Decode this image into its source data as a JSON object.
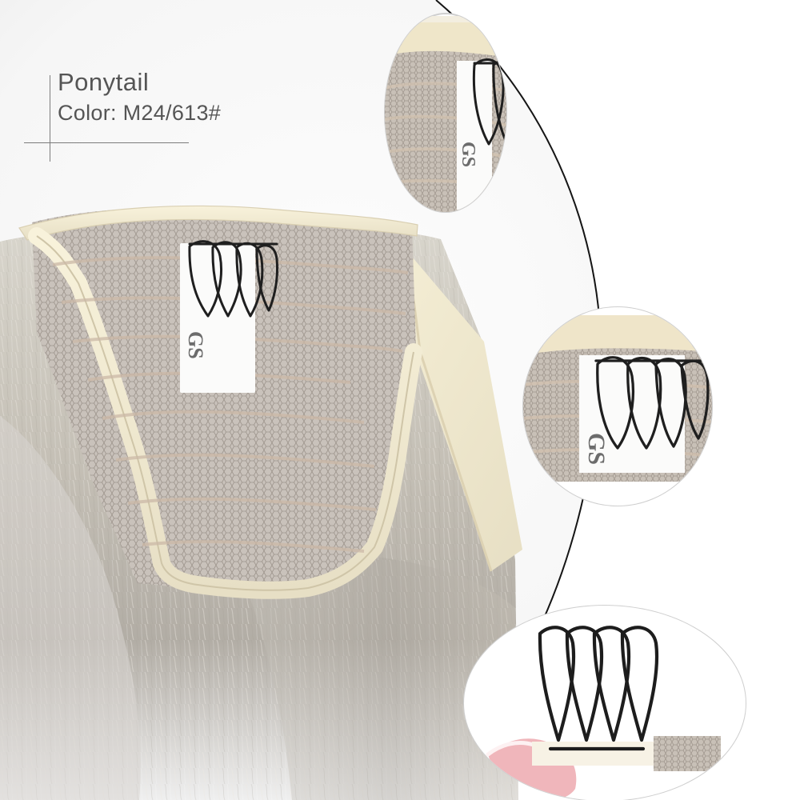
{
  "caption": {
    "title": "Ponytail",
    "subtitle": "Color: M24/613#"
  },
  "labels": {
    "brand_main": "GS",
    "brand_detail_top": "GS",
    "brand_detail_mid": "GS"
  },
  "colors": {
    "hair_light": "#d9d5cb",
    "hair_mid": "#bdb8ad",
    "hair_dark": "#8f8a82",
    "band": "#efe8cf",
    "mesh": "#b8b0a7",
    "clip": "#1d1d1d",
    "background": "#ffffff",
    "circle_border": "#cfcfcf"
  }
}
